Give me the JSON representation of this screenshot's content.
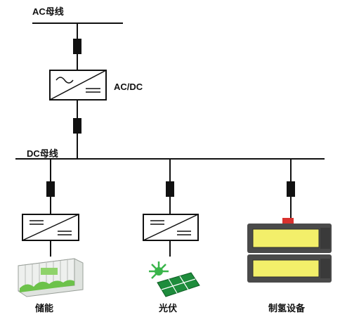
{
  "labels": {
    "ac_bus": "AC母线",
    "converter": "AC/DC",
    "dc_bus": "DC母线",
    "storage": "储能",
    "pv": "光伏",
    "hydrogen": "制氢设备"
  },
  "colors": {
    "line": "#111111",
    "breaker": "#111111",
    "container": "#e9ece9",
    "container_green": "#78c850",
    "sun": "#39b54a",
    "panel": "#1e8c3c",
    "electrolyzer_body": "#4a4a4a",
    "electrolyzer_window": "#f3ef6a",
    "electrolyzer_top": "#d9322e"
  },
  "icons": [
    "breaker-icon",
    "converter-icon",
    "storage-container-icon",
    "solar-panel-icon",
    "electrolyzer-icon"
  ]
}
